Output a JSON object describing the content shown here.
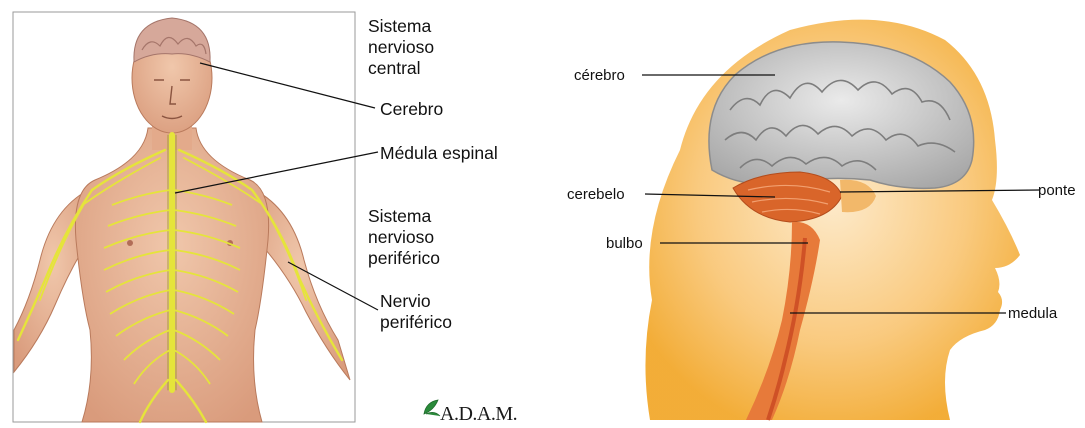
{
  "left_panel": {
    "labels": {
      "sistema_central_1": "Sistema",
      "sistema_central_2": "nervioso",
      "sistema_central_3": "central",
      "cerebro": "Cerebro",
      "medula_espinal": "Médula espinal",
      "sistema_periferico_1": "Sistema",
      "sistema_periferico_2": "nervioso",
      "sistema_periferico_3": "periférico",
      "nervio_1": "Nervio",
      "nervio_2": "periférico"
    },
    "logo": "A.D.A.M."
  },
  "right_panel": {
    "labels": {
      "cerebro": "cérebro",
      "cerebelo": "cerebelo",
      "ponte": "ponte",
      "bulbo": "bulbo",
      "medula": "medula"
    }
  },
  "colors": {
    "skin": "#e9b697",
    "nerve": "#e5e43b",
    "brain": "#d7a99c",
    "head_glow": "#f6b642",
    "cerebellum": "#d9652a"
  }
}
